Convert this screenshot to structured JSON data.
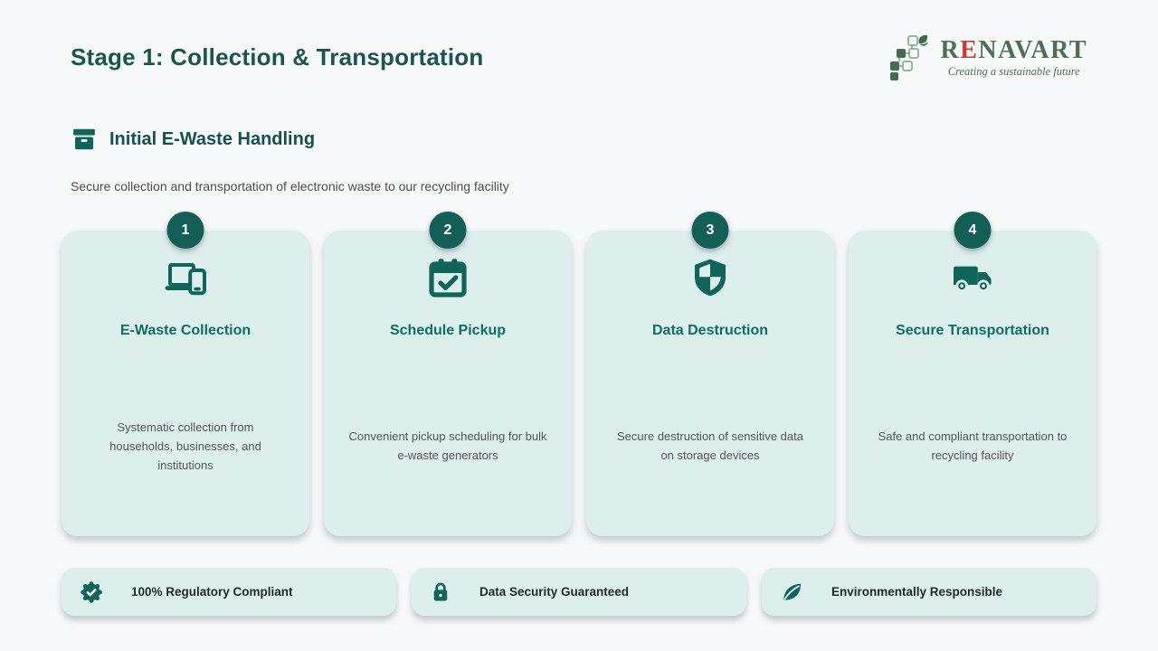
{
  "page": {
    "title": "Stage 1: Collection & Transportation",
    "section_title": "Initial E-Waste Handling",
    "subtitle": "Secure collection and transportation of electronic waste to our recycling facility"
  },
  "logo": {
    "brand_r": "R",
    "brand_e": "E",
    "brand_rest": "NAVART",
    "tagline": "Creating a sustainable future"
  },
  "steps": [
    {
      "number": "1",
      "icon": "devices-icon",
      "title": "E-Waste Collection",
      "description": "Systematic collection from households, businesses, and institutions"
    },
    {
      "number": "2",
      "icon": "calendar-check-icon",
      "title": "Schedule Pickup",
      "description": "Convenient pickup scheduling for bulk e-waste generators"
    },
    {
      "number": "3",
      "icon": "shield-icon",
      "title": "Data Destruction",
      "description": "Secure destruction of sensitive data on storage devices"
    },
    {
      "number": "4",
      "icon": "truck-icon",
      "title": "Secure Transportation",
      "description": "Safe and compliant transportation to recycling facility"
    }
  ],
  "badges": [
    {
      "icon": "seal-check-icon",
      "label": "100% Regulatory Compliant"
    },
    {
      "icon": "lock-icon",
      "label": "Data Security Guaranteed"
    },
    {
      "icon": "leaf-icon",
      "label": "Environmentally Responsible"
    }
  ],
  "colors": {
    "accent_teal": "#10655a",
    "badge_circle": "#135f55",
    "card_background": "#ddefed",
    "page_background": "#f7f8fa",
    "heading": "#1b564c",
    "card_title": "#0a7060",
    "body_text": "#565656",
    "logo_green": "#4d7054",
    "logo_red": "#cc3a2f"
  }
}
